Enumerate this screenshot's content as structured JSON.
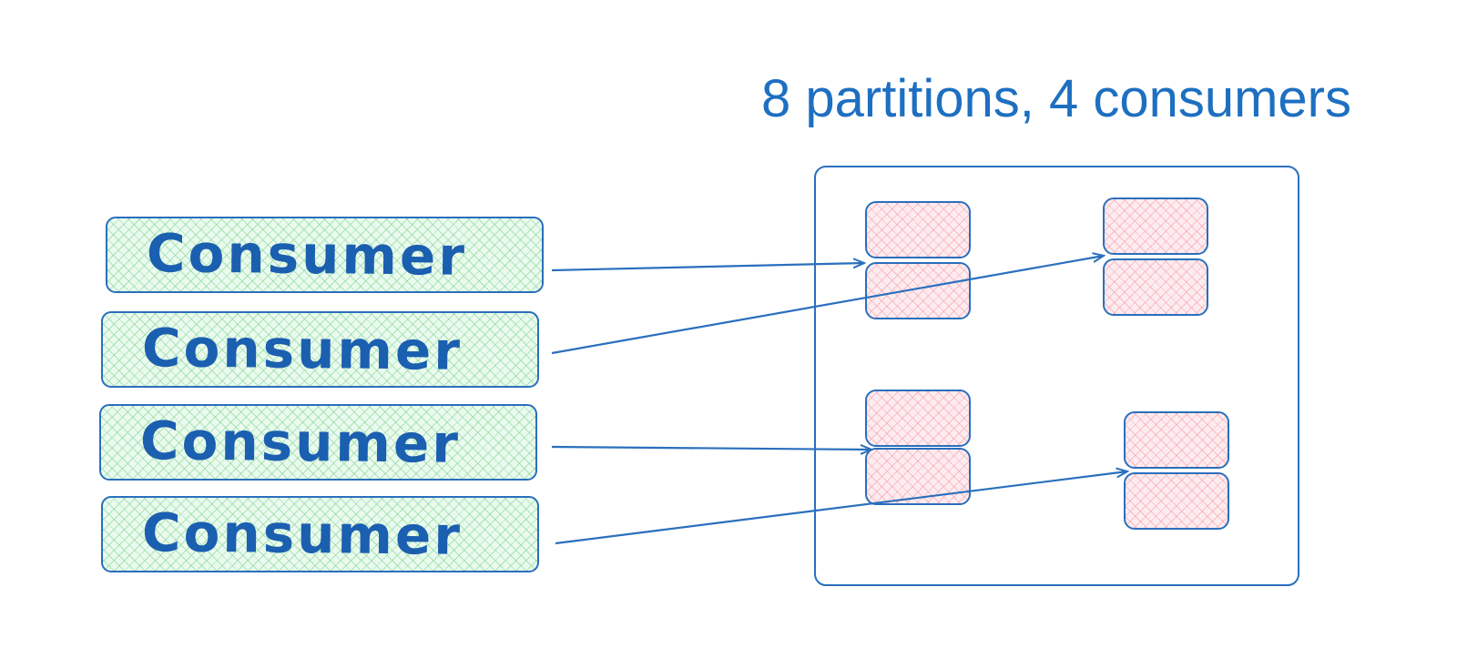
{
  "title": "8 partitions, 4 consumers",
  "consumers": [
    {
      "label": "Consumer"
    },
    {
      "label": "Consumer"
    },
    {
      "label": "Consumer"
    },
    {
      "label": "Consumer"
    }
  ],
  "partition_count": 8,
  "colors": {
    "stroke": "#2a6fbd",
    "text": "#1d6fc1",
    "consumer_fill": "#eafaee",
    "partition_fill": "#fdecef"
  }
}
